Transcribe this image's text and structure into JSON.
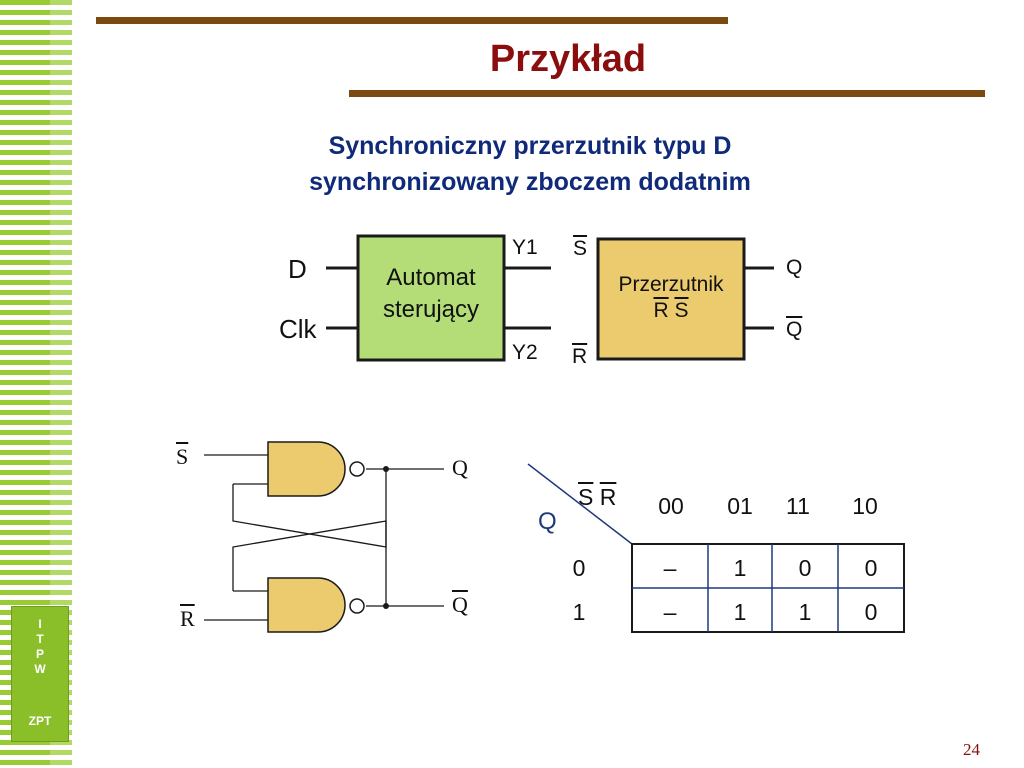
{
  "sidebar": {
    "letters": [
      "I",
      "T",
      "P",
      "W"
    ],
    "footer": "ZPT"
  },
  "title": "Przykład",
  "subtitle": {
    "line1": "Synchroniczny przerzutnik typu D",
    "line2": "synchronizowany zboczem dodatnim"
  },
  "block_diagram": {
    "input_d": "D",
    "input_clk": "Clk",
    "controller_line1": "Automat",
    "controller_line2": "sterujący",
    "signal_y1": "Y1",
    "signal_y2": "Y2",
    "input_s": "S",
    "input_r": "R",
    "flipflop_line1": "Przerzutnik",
    "flipflop_r": "R",
    "flipflop_s": "S",
    "output_q": "Q",
    "output_qbar": "Q",
    "colors": {
      "controller": "#b4dd78",
      "flipflop": "#ebcb6e",
      "stroke": "#1a1a1a"
    }
  },
  "gate_circuit": {
    "input_s": "S",
    "input_r": "R",
    "output_q": "Q",
    "output_qbar": "Q",
    "gate_color": "#ebcb6e"
  },
  "karnaugh_map": {
    "col_var_s": "S",
    "col_var_r": "R",
    "row_var": "Q",
    "columns": [
      "00",
      "01",
      "11",
      "10"
    ],
    "rows": [
      {
        "label": "0",
        "values": [
          "–",
          "1",
          "0",
          "0"
        ]
      },
      {
        "label": "1",
        "values": [
          "–",
          "1",
          "1",
          "0"
        ]
      }
    ]
  },
  "page_number": "24"
}
